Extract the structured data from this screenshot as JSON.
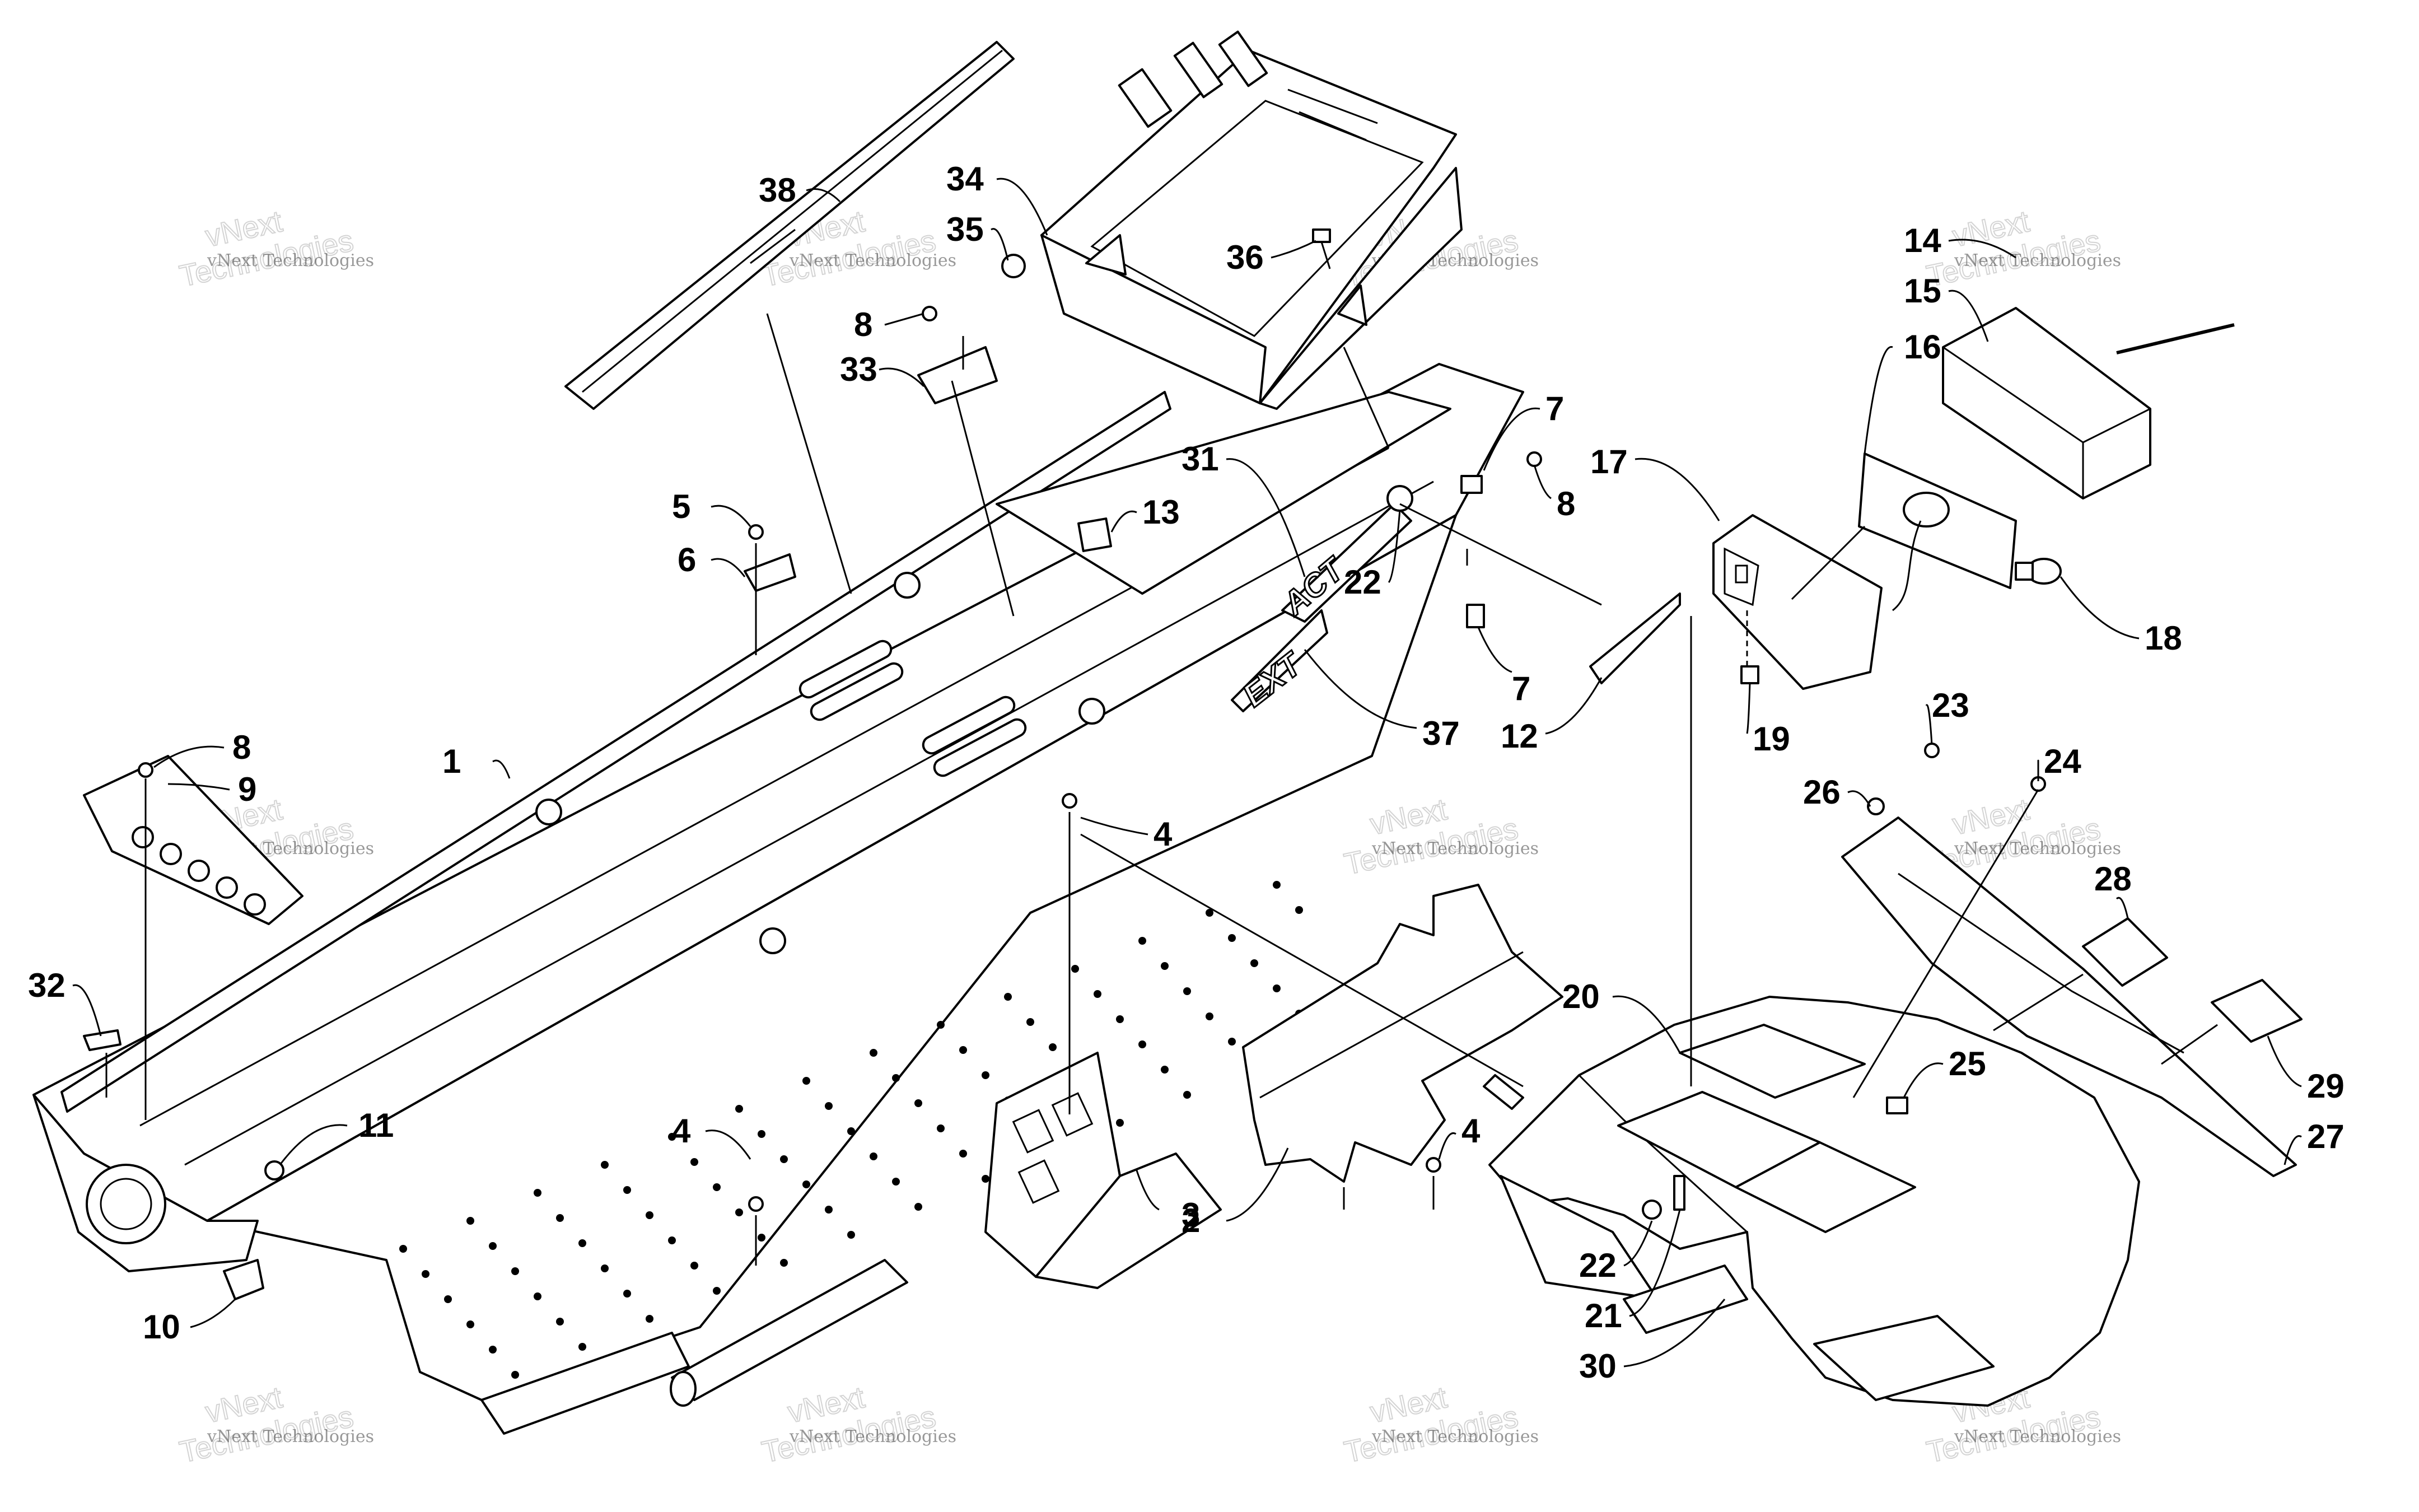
{
  "diagram": {
    "decals": {
      "decal_31": "ACT",
      "decal_37": "EXT"
    },
    "callouts": [
      {
        "id": "c1",
        "label": "1"
      },
      {
        "id": "c2",
        "label": "2"
      },
      {
        "id": "c3",
        "label": "3"
      },
      {
        "id": "c4a",
        "label": "4"
      },
      {
        "id": "c4b",
        "label": "4"
      },
      {
        "id": "c4c",
        "label": "4"
      },
      {
        "id": "c5",
        "label": "5"
      },
      {
        "id": "c6",
        "label": "6"
      },
      {
        "id": "c7a",
        "label": "7"
      },
      {
        "id": "c7b",
        "label": "7"
      },
      {
        "id": "c8a",
        "label": "8"
      },
      {
        "id": "c8b",
        "label": "8"
      },
      {
        "id": "c8c",
        "label": "8"
      },
      {
        "id": "c9",
        "label": "9"
      },
      {
        "id": "c10",
        "label": "10"
      },
      {
        "id": "c11",
        "label": "11"
      },
      {
        "id": "c12",
        "label": "12"
      },
      {
        "id": "c13",
        "label": "13"
      },
      {
        "id": "c14",
        "label": "14"
      },
      {
        "id": "c15",
        "label": "15"
      },
      {
        "id": "c16",
        "label": "16"
      },
      {
        "id": "c17",
        "label": "17"
      },
      {
        "id": "c18",
        "label": "18"
      },
      {
        "id": "c19",
        "label": "19"
      },
      {
        "id": "c20",
        "label": "20"
      },
      {
        "id": "c21",
        "label": "21"
      },
      {
        "id": "c22a",
        "label": "22"
      },
      {
        "id": "c22b",
        "label": "22"
      },
      {
        "id": "c23",
        "label": "23"
      },
      {
        "id": "c24",
        "label": "24"
      },
      {
        "id": "c25",
        "label": "25"
      },
      {
        "id": "c26",
        "label": "26"
      },
      {
        "id": "c27",
        "label": "27"
      },
      {
        "id": "c28",
        "label": "28"
      },
      {
        "id": "c29",
        "label": "29"
      },
      {
        "id": "c30",
        "label": "30"
      },
      {
        "id": "c31",
        "label": "31"
      },
      {
        "id": "c32",
        "label": "32"
      },
      {
        "id": "c33",
        "label": "33"
      },
      {
        "id": "c34",
        "label": "34"
      },
      {
        "id": "c35",
        "label": "35"
      },
      {
        "id": "c36",
        "label": "36"
      },
      {
        "id": "c37",
        "label": "37"
      },
      {
        "id": "c38",
        "label": "38"
      }
    ],
    "watermark": {
      "line1": "vNext Technologies",
      "line2": "vNext",
      "line3": "Technologies"
    }
  }
}
